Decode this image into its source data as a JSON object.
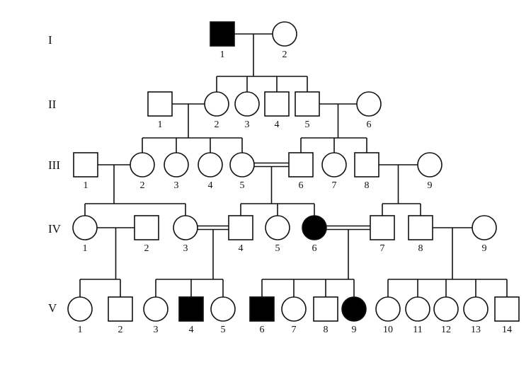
{
  "generations": [
    {
      "label": "I"
    },
    {
      "label": "II"
    },
    {
      "label": "III"
    },
    {
      "label": "IV"
    },
    {
      "label": "V"
    }
  ],
  "individuals": [
    {
      "id": "I-1",
      "number": "1",
      "sex": "male",
      "affected": true
    },
    {
      "id": "I-2",
      "number": "2",
      "sex": "female",
      "affected": false
    },
    {
      "id": "II-1",
      "number": "1",
      "sex": "male",
      "affected": false
    },
    {
      "id": "II-2",
      "number": "2",
      "sex": "female",
      "affected": false
    },
    {
      "id": "II-3",
      "number": "3",
      "sex": "female",
      "affected": false
    },
    {
      "id": "II-4",
      "number": "4",
      "sex": "male",
      "affected": false
    },
    {
      "id": "II-5",
      "number": "5",
      "sex": "male",
      "affected": false
    },
    {
      "id": "II-6",
      "number": "6",
      "sex": "female",
      "affected": false
    },
    {
      "id": "III-1",
      "number": "1",
      "sex": "male",
      "affected": false
    },
    {
      "id": "III-2",
      "number": "2",
      "sex": "female",
      "affected": false
    },
    {
      "id": "III-3",
      "number": "3",
      "sex": "female",
      "affected": false
    },
    {
      "id": "III-4",
      "number": "4",
      "sex": "female",
      "affected": false
    },
    {
      "id": "III-5",
      "number": "5",
      "sex": "female",
      "affected": false
    },
    {
      "id": "III-6",
      "number": "6",
      "sex": "male",
      "affected": false
    },
    {
      "id": "III-7",
      "number": "7",
      "sex": "female",
      "affected": false
    },
    {
      "id": "III-8",
      "number": "8",
      "sex": "male",
      "affected": false
    },
    {
      "id": "III-9",
      "number": "9",
      "sex": "female",
      "affected": false
    },
    {
      "id": "IV-1",
      "number": "1",
      "sex": "female",
      "affected": false
    },
    {
      "id": "IV-2",
      "number": "2",
      "sex": "male",
      "affected": false
    },
    {
      "id": "IV-3",
      "number": "3",
      "sex": "female",
      "affected": false
    },
    {
      "id": "IV-4",
      "number": "4",
      "sex": "male",
      "affected": false
    },
    {
      "id": "IV-5",
      "number": "5",
      "sex": "female",
      "affected": false
    },
    {
      "id": "IV-6",
      "number": "6",
      "sex": "female",
      "affected": true
    },
    {
      "id": "IV-7",
      "number": "7",
      "sex": "male",
      "affected": false
    },
    {
      "id": "IV-8",
      "number": "8",
      "sex": "male",
      "affected": false
    },
    {
      "id": "IV-9",
      "number": "9",
      "sex": "female",
      "affected": false
    },
    {
      "id": "V-1",
      "number": "1",
      "sex": "female",
      "affected": false
    },
    {
      "id": "V-2",
      "number": "2",
      "sex": "male",
      "affected": false
    },
    {
      "id": "V-3",
      "number": "3",
      "sex": "female",
      "affected": false
    },
    {
      "id": "V-4",
      "number": "4",
      "sex": "male",
      "affected": true
    },
    {
      "id": "V-5",
      "number": "5",
      "sex": "female",
      "affected": false
    },
    {
      "id": "V-6",
      "number": "6",
      "sex": "male",
      "affected": true
    },
    {
      "id": "V-7",
      "number": "7",
      "sex": "female",
      "affected": false
    },
    {
      "id": "V-8",
      "number": "8",
      "sex": "male",
      "affected": false
    },
    {
      "id": "V-9",
      "number": "9",
      "sex": "female",
      "affected": true
    },
    {
      "id": "V-10",
      "number": "10",
      "sex": "female",
      "affected": false
    },
    {
      "id": "V-11",
      "number": "11",
      "sex": "female",
      "affected": false
    },
    {
      "id": "V-12",
      "number": "12",
      "sex": "female",
      "affected": false
    },
    {
      "id": "V-13",
      "number": "13",
      "sex": "female",
      "affected": false
    },
    {
      "id": "V-14",
      "number": "14",
      "sex": "male",
      "affected": false
    }
  ],
  "unions": [
    {
      "partners": [
        "I-1",
        "I-2"
      ],
      "consanguineous": false,
      "children": [
        "II-2",
        "II-3",
        "II-4",
        "II-5"
      ]
    },
    {
      "partners": [
        "II-1",
        "II-2"
      ],
      "consanguineous": false,
      "children": [
        "III-2",
        "III-3",
        "III-4",
        "III-5"
      ]
    },
    {
      "partners": [
        "II-5",
        "II-6"
      ],
      "consanguineous": false,
      "children": [
        "III-6",
        "III-7",
        "III-8"
      ]
    },
    {
      "partners": [
        "III-1",
        "III-2"
      ],
      "consanguineous": false,
      "children": [
        "IV-1",
        "IV-3"
      ]
    },
    {
      "partners": [
        "III-5",
        "III-6"
      ],
      "consanguineous": true,
      "children": [
        "IV-4",
        "IV-5",
        "IV-6"
      ]
    },
    {
      "partners": [
        "III-8",
        "III-9"
      ],
      "consanguineous": false,
      "children": [
        "IV-7",
        "IV-8"
      ]
    },
    {
      "partners": [
        "IV-1",
        "IV-2"
      ],
      "consanguineous": false,
      "children": [
        "V-1",
        "V-2"
      ]
    },
    {
      "partners": [
        "IV-3",
        "IV-4"
      ],
      "consanguineous": true,
      "children": [
        "V-3",
        "V-4",
        "V-5"
      ]
    },
    {
      "partners": [
        "IV-6",
        "IV-7"
      ],
      "consanguineous": true,
      "children": [
        "V-6",
        "V-7",
        "V-8",
        "V-9"
      ]
    },
    {
      "partners": [
        "IV-8",
        "IV-9"
      ],
      "consanguineous": false,
      "children": [
        "V-10",
        "V-11",
        "V-12",
        "V-13",
        "V-14"
      ]
    }
  ],
  "colors": {
    "stroke": "#111111",
    "affected_fill": "#000000",
    "unaffected_fill": "#ffffff"
  }
}
